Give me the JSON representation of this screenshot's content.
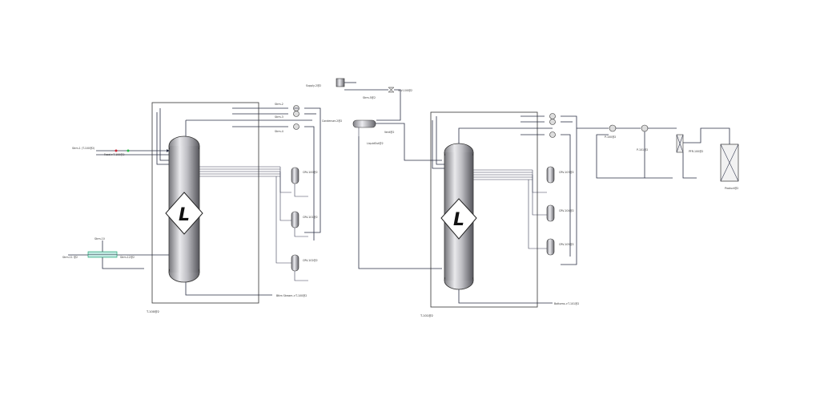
{
  "diagram": {
    "columns": [
      {
        "id": "col1",
        "label": "T-100@2",
        "letter": "L"
      },
      {
        "id": "col2",
        "label": "T-101@2",
        "letter": "L"
      }
    ],
    "stream_labels": {
      "feed_left": "Strm-1 (T-100@2)",
      "feed_left_2": "Feed->T-100@2",
      "hx_top": "Strm-10",
      "hx_left": "Strm-11 @2",
      "hx_right": "Strm-12@2",
      "col1_bottom": "Bttm Stream->T-100@2",
      "col1_top_a": "Strm-2",
      "col1_top_b": "Strm-3",
      "col1_top_c": "Strm-4",
      "top_feed": "Supply-2@2",
      "valve_top": "VLV-100@2",
      "valve_top_2": "Strm-5@2",
      "condenser": "Condenser-2@2",
      "cond_out": "LiquidOut@2",
      "cond_vent": "Vent@2",
      "col2_bottom": "Bottoms->T-101@2",
      "pump_1": "P-100@2",
      "pump_2": "P-101@2",
      "reactor": "PFR-100@2",
      "product": "Product@2"
    },
    "side_tags": [
      "CRV-100@2",
      "CRV-101@2",
      "CRV-102@2",
      "CRV-103@2",
      "CRV-104@2",
      "CRV-105@2"
    ]
  }
}
